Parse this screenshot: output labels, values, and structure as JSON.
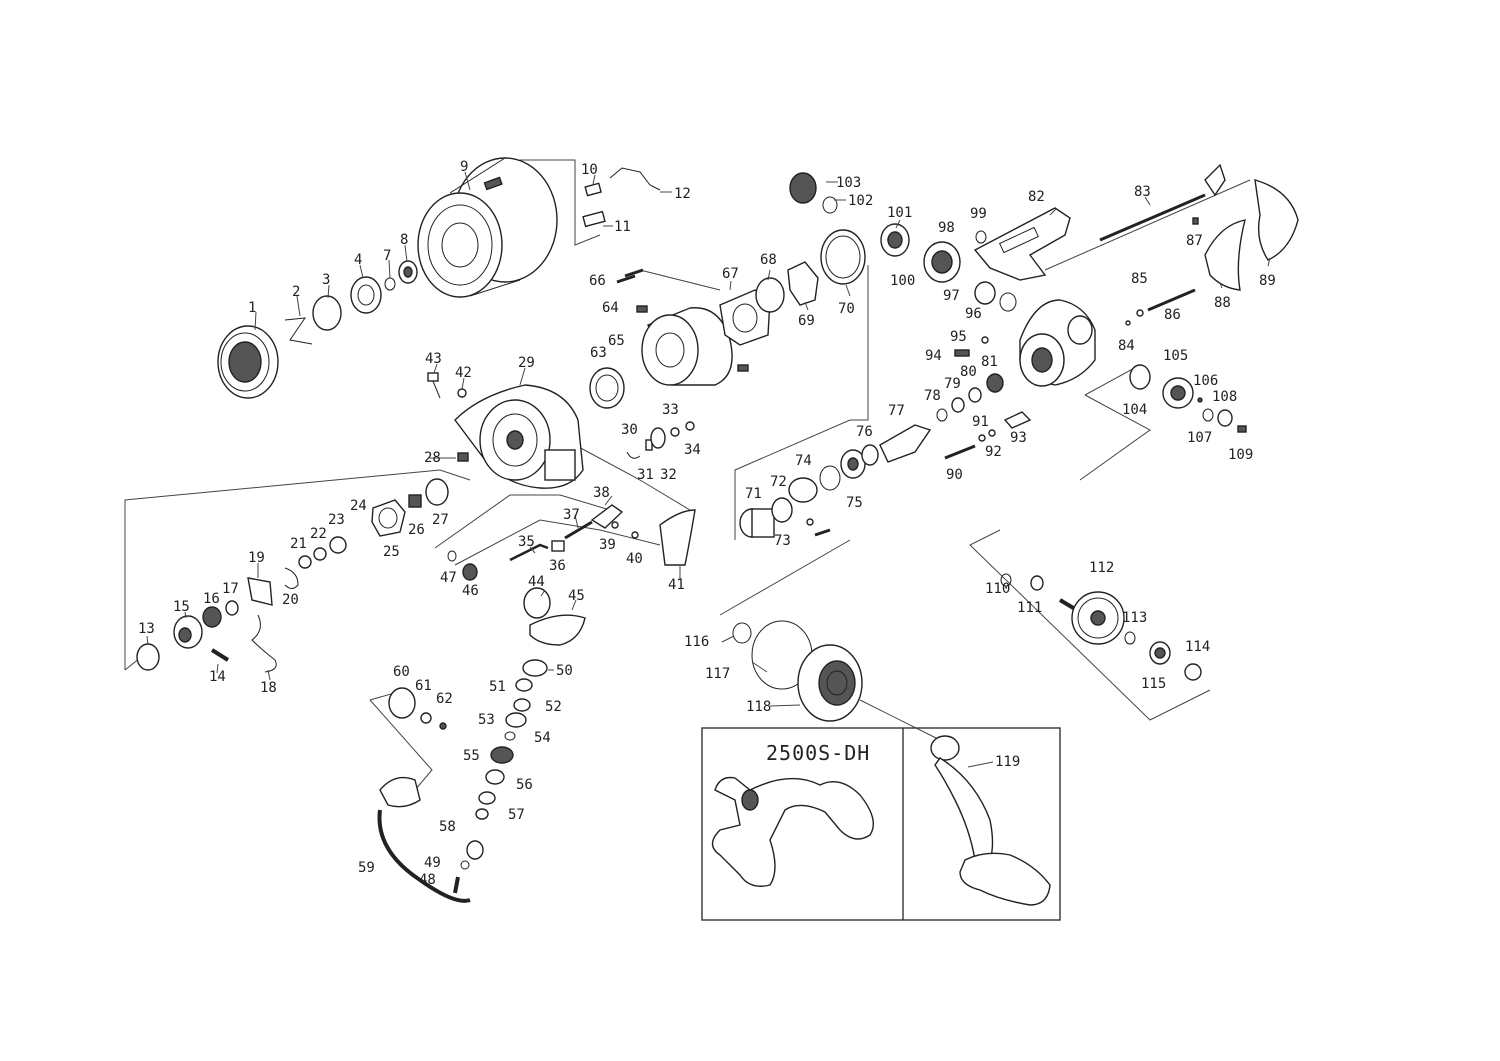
{
  "diagram": {
    "labels": [
      "1",
      "2",
      "3",
      "4",
      "7",
      "8",
      "9",
      "10",
      "11",
      "12",
      "13",
      "14",
      "15",
      "16",
      "17",
      "18",
      "19",
      "20",
      "21",
      "22",
      "23",
      "24",
      "25",
      "26",
      "27",
      "28",
      "29",
      "30",
      "31",
      "32",
      "33",
      "34",
      "35",
      "36",
      "37",
      "38",
      "39",
      "40",
      "41",
      "42",
      "43",
      "44",
      "45",
      "46",
      "47",
      "48",
      "49",
      "50",
      "51",
      "52",
      "53",
      "54",
      "55",
      "56",
      "57",
      "58",
      "59",
      "60",
      "61",
      "62",
      "63",
      "64",
      "65",
      "66",
      "67",
      "68",
      "69",
      "70",
      "71",
      "72",
      "73",
      "74",
      "75",
      "76",
      "77",
      "78",
      "79",
      "80",
      "81",
      "82",
      "83",
      "84",
      "85",
      "86",
      "87",
      "88",
      "89",
      "90",
      "91",
      "92",
      "93",
      "94",
      "95",
      "96",
      "97",
      "98",
      "99",
      "100",
      "101",
      "102",
      "103",
      "104",
      "105",
      "106",
      "107",
      "108",
      "109",
      "110",
      "111",
      "112",
      "113",
      "114",
      "115",
      "116",
      "117",
      "118",
      "119"
    ],
    "inset": {
      "title": "2500S-DH"
    }
  }
}
